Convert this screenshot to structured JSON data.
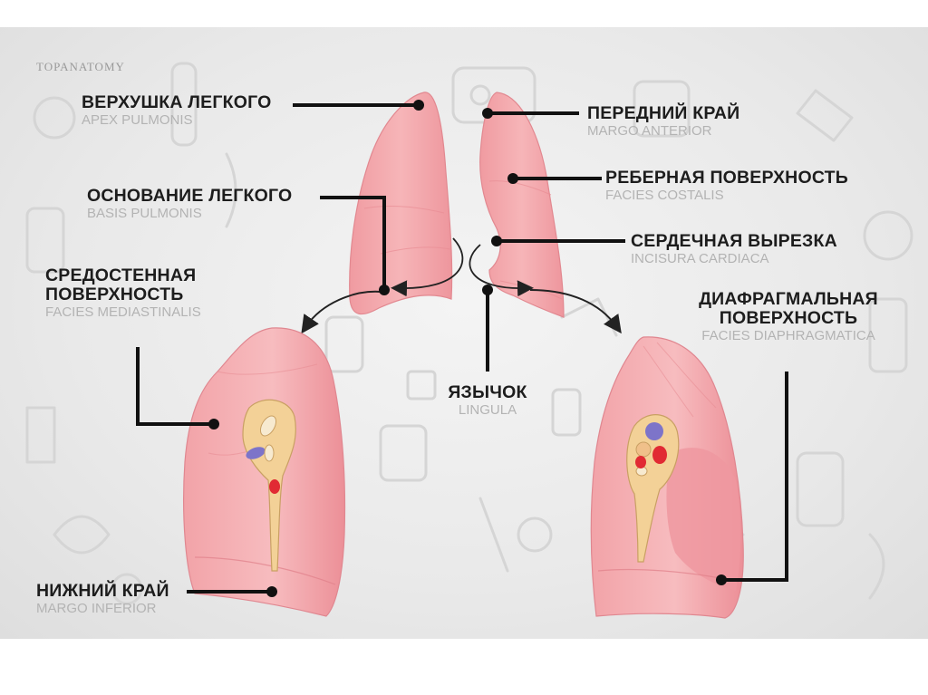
{
  "watermark": "TOPANATOMY",
  "labels": {
    "apex": {
      "ru": "ВЕРХУШКА ЛЕГКОГО",
      "la": "APEX PULMONIS"
    },
    "basis": {
      "ru": "ОСНОВАНИЕ ЛЕГКОГО",
      "la": "BASIS PULMONIS"
    },
    "mediastinal": {
      "ru_line1": "СРЕДОСТЕННАЯ",
      "ru_line2": "ПОВЕРХНОСТЬ",
      "la": "FACIES MEDIASTINALIS"
    },
    "inferior": {
      "ru": "НИЖНИЙ КРАЙ",
      "la": "MARGO INFERIOR"
    },
    "anterior": {
      "ru": "ПЕРЕДНИЙ КРАЙ",
      "la": "MARGO ANTERIOR"
    },
    "costal": {
      "ru": "РЕБЕРНАЯ ПОВЕРХНОСТЬ",
      "la": "FACIES COSTALIS"
    },
    "cardiac": {
      "ru": "СЕРДЕЧНАЯ ВЫРЕЗКА",
      "la": "INCISURA CARDIACA"
    },
    "lingula": {
      "ru": "ЯЗЫЧОК",
      "la": "LINGULA"
    },
    "diaphragmatic": {
      "ru_line1": "ДИАФРАГМАЛЬНАЯ",
      "ru_line2": "ПОВЕРХНОСТЬ",
      "la": "FACIES DIAPHRAGMATICA"
    }
  },
  "colors": {
    "lung_fill": "#f3a1a6",
    "lung_light": "#f8c3c5",
    "lung_shadow": "#e27f88",
    "hilum_ring": "#f2cf8e",
    "artery": "#e12a33",
    "vein": "#7d74c9",
    "bronchus": "#f8e9c8",
    "leader": "#111111"
  }
}
